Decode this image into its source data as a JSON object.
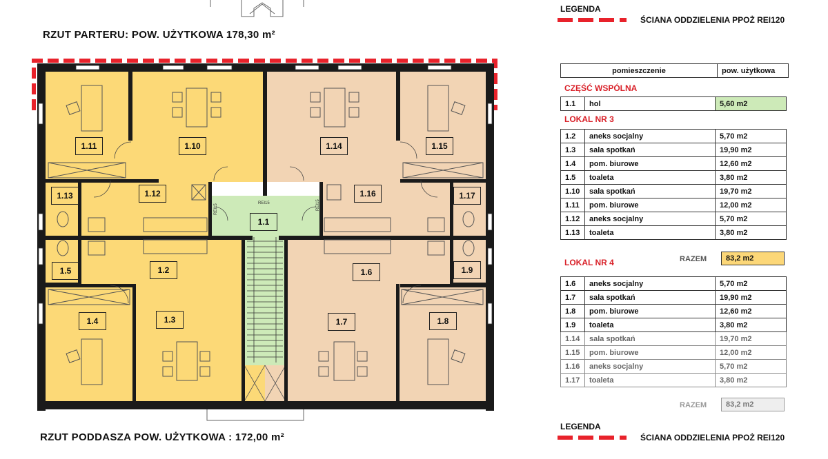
{
  "plan_top_title": "RZUT PARTERU:  POW. UŻYTKOWA 178,30 m²",
  "plan_bottom_title": "RZUT PODDASZA POW. UŻYTKOWA : 172,00 m²",
  "legend_top": {
    "title": "LEGENDA",
    "text": "ŚCIANA ODDZIELENIA PPOŻ REI120"
  },
  "legend_bottom": {
    "title": "LEGENDA",
    "text": "ŚCIANA ODDZIELENIA PPOŻ REI120"
  },
  "colors": {
    "yellow": "#fcd977",
    "beige": "#f2d4b4",
    "green": "#cdeab8",
    "orange": "#fcd778",
    "red": "#e8222b"
  },
  "rooms": {
    "r111": "1.11",
    "r110": "1.10",
    "r114": "1.14",
    "r115": "1.15",
    "r113": "1.13",
    "r112": "1.12",
    "r11": "1.1",
    "r116": "1.16",
    "r117": "1.17",
    "r15": "1.5",
    "r12": "1.2",
    "r16": "1.6",
    "r19": "1.9",
    "r14": "1.4",
    "r13": "1.3",
    "r17": "1.7",
    "r18": "1.8"
  },
  "door_tags": {
    "a": "REI15",
    "b": "REI15",
    "c": "REI15"
  },
  "table": {
    "header": {
      "room": "pomieszczenie",
      "area": "pow. użytkowa"
    },
    "section_common": "CZĘŚĆ WSPÓLNA",
    "common_rows": [
      {
        "no": "1.1",
        "name": "hol",
        "area": "5,60 m2"
      }
    ],
    "section_lokal3": "LOKAL NR 3",
    "lokal3_rows": [
      {
        "no": "1.2",
        "name": "aneks socjalny",
        "area": "5,70 m2"
      },
      {
        "no": "1.3",
        "name": "sala spotkań",
        "area": "19,90 m2"
      },
      {
        "no": "1.4",
        "name": "pom. biurowe",
        "area": "12,60 m2"
      },
      {
        "no": "1.5",
        "name": "toaleta",
        "area": "3,80 m2"
      },
      {
        "no": "1.10",
        "name": "sala spotkań",
        "area": "19,70 m2"
      },
      {
        "no": "1.11",
        "name": "pom. biurowe",
        "area": "12,00 m2"
      },
      {
        "no": "1.12",
        "name": "aneks socjalny",
        "area": "5,70 m2"
      },
      {
        "no": "1.13",
        "name": "toaleta",
        "area": "3,80 m2"
      }
    ],
    "razem_label": "RAZEM",
    "lokal3_total": "83,2 m2",
    "section_lokal4": "LOKAL NR 4",
    "lokal4_rows": [
      {
        "no": "1.6",
        "name": "aneks socjalny",
        "area": "5,70 m2"
      },
      {
        "no": "1.7",
        "name": "sala spotkań",
        "area": "19,90 m2"
      },
      {
        "no": "1.8",
        "name": "pom. biurowe",
        "area": "12,60 m2"
      },
      {
        "no": "1.9",
        "name": "toaleta",
        "area": "3,80 m2"
      },
      {
        "no": "1.14",
        "name": "sala spotkań",
        "area": "19,70 m2"
      },
      {
        "no": "1.15",
        "name": "pom. biurowe",
        "area": "12,00 m2"
      },
      {
        "no": "1.16",
        "name": "aneks socjalny",
        "area": "5,70 m2"
      },
      {
        "no": "1.17",
        "name": "toaleta",
        "area": "3,80 m2"
      }
    ],
    "lokal4_total": "83,2 m2"
  }
}
